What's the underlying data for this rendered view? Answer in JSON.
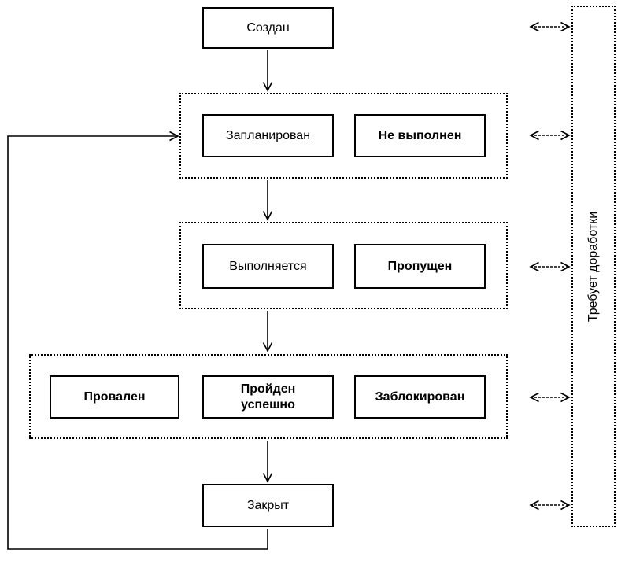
{
  "nodes": {
    "created": {
      "label": "Создан"
    },
    "planned": {
      "label": "Запланирован"
    },
    "not_executed": {
      "label": "Не выполнен"
    },
    "in_progress": {
      "label": "Выполняется"
    },
    "skipped": {
      "label": "Пропущен"
    },
    "failed": {
      "label": "Провален"
    },
    "passed": {
      "label": "Пройден успешно"
    },
    "blocked": {
      "label": "Заблокирован"
    },
    "closed": {
      "label": "Закрыт"
    },
    "needs_rework": {
      "label": "Требует доработки"
    }
  },
  "colors": {
    "stroke": "#000000",
    "text": "#000000",
    "background": "#ffffff"
  }
}
